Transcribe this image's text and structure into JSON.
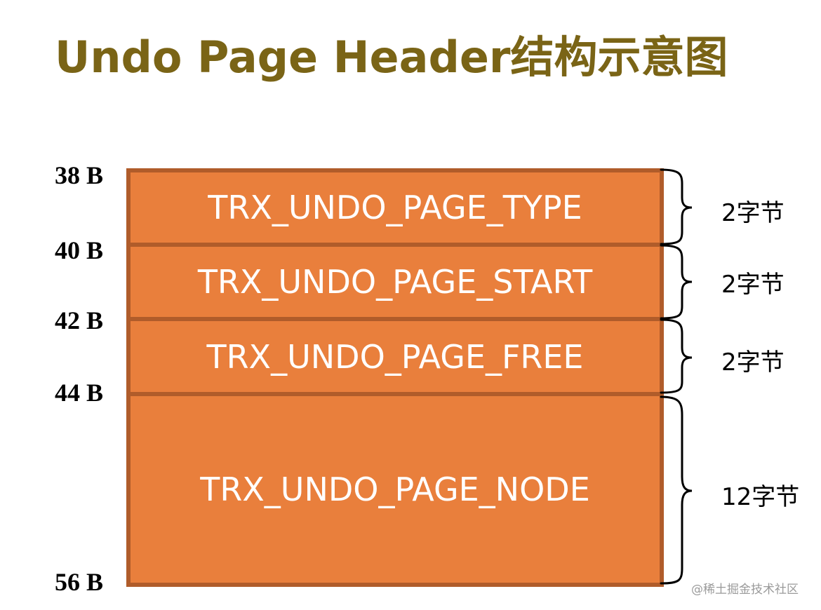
{
  "title": "Undo Page Header结构示意图",
  "offsets": [
    "38 B",
    "40 B",
    "42 B",
    "44 B",
    "56 B"
  ],
  "fields": [
    {
      "name": "TRX_UNDO_PAGE_TYPE",
      "size": "2字节"
    },
    {
      "name": "TRX_UNDO_PAGE_START",
      "size": "2字节"
    },
    {
      "name": "TRX_UNDO_PAGE_FREE",
      "size": "2字节"
    },
    {
      "name": "TRX_UNDO_PAGE_NODE",
      "size": "12字节"
    }
  ],
  "watermark": "@稀土掘金技术社区",
  "colors": {
    "title": "#7a6416",
    "block_fill": "#e97f3c",
    "block_border": "#b05c2a",
    "block_text": "#ffffff"
  }
}
